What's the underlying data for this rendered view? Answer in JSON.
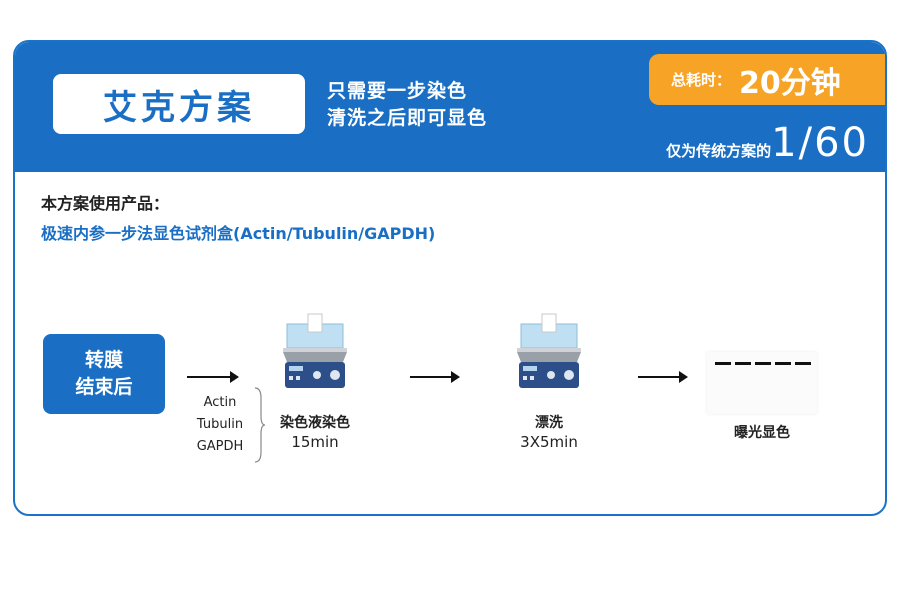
{
  "header": {
    "title": "艾克方案",
    "slogan_line1": "只需要一步染色",
    "slogan_line2": "清洗之后即可显色",
    "time_label": "总耗时：",
    "time_value": "20分钟",
    "ratio_label": "仅为传统方案的",
    "ratio_value": "1/60"
  },
  "product": {
    "label": "本方案使用产品：",
    "name": "极速内参一步法显色试剂盒(Actin/Tubulin/GAPDH)"
  },
  "workflow": {
    "start_line1": "转膜",
    "start_line2": "结束后",
    "antibodies": [
      "Actin",
      "Tubulin",
      "GAPDH"
    ],
    "step1_label": "染色液染色",
    "step1_time": "15min",
    "step2_label": "漂洗",
    "step2_time": "3X5min",
    "step3_label": "曝光显色"
  },
  "colors": {
    "brand_blue": "#1a6fc5",
    "accent_orange": "#f7a325"
  },
  "icons": [
    "shaker-icon",
    "arrow-right-icon",
    "blot-membrane-icon"
  ]
}
